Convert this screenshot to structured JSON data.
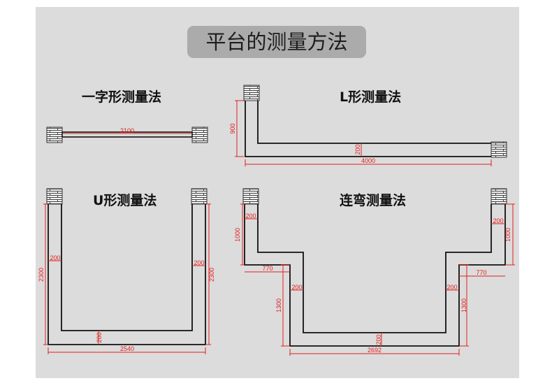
{
  "title": "平台的测量方法",
  "colors": {
    "background": "#dcdcdc",
    "title_box": "#ababab",
    "line": "#111111",
    "dimension": "#e02020",
    "wall_brick": "#555555"
  },
  "methods": [
    {
      "name": "一字形测量法",
      "dimensions": [
        "2100"
      ]
    },
    {
      "name": "L形测量法",
      "dimensions": [
        "900",
        "200",
        "4000"
      ]
    },
    {
      "name": "U形测量法",
      "dimensions": [
        "2300",
        "200",
        "200",
        "2300",
        "200",
        "2540"
      ]
    },
    {
      "name": "连弯测量法",
      "dimensions": [
        "1000",
        "200",
        "770",
        "200",
        "1300",
        "200",
        "2692",
        "200",
        "770",
        "1300",
        "200",
        "1000"
      ]
    }
  ]
}
